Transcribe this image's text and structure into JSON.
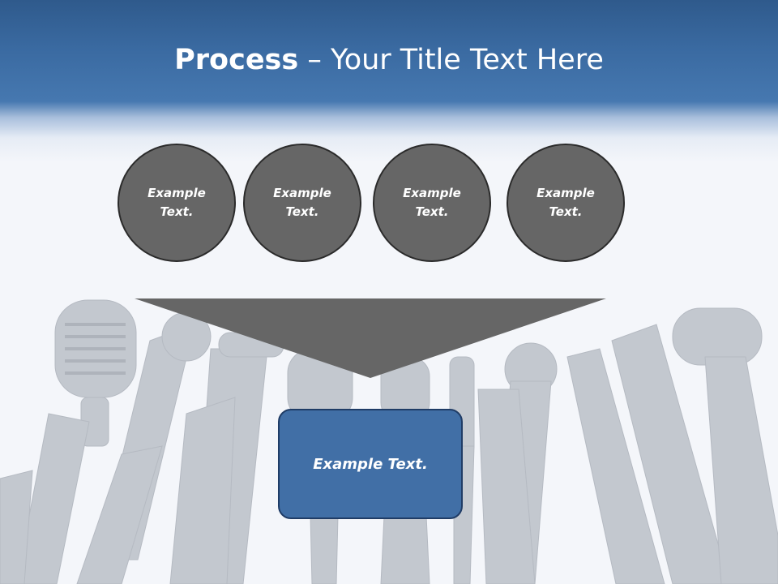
{
  "title": {
    "bold": "Process",
    "rest": " – Your Title Text Here"
  },
  "steps": [
    {
      "label": "Example Text."
    },
    {
      "label": "Example Text."
    },
    {
      "label": "Example Text."
    },
    {
      "label": "Example Text."
    }
  ],
  "result": {
    "label": "Example Text."
  },
  "colors": {
    "header": "#3a6aa1",
    "circle": "#666666",
    "box": "#416fa6",
    "funnel": "#666666"
  },
  "background_image": "microphones"
}
